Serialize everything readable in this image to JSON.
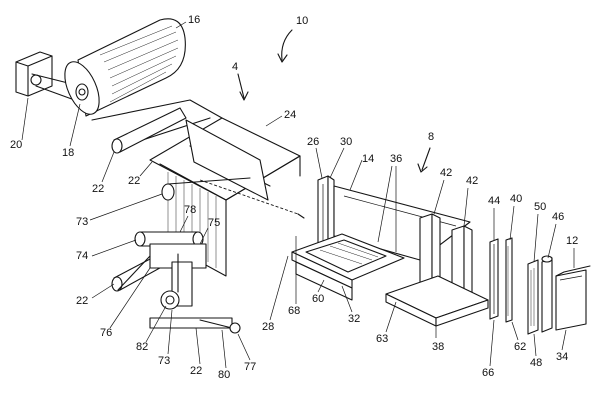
{
  "figure": {
    "labels": [
      {
        "id": "l10",
        "text": "10"
      },
      {
        "id": "l16",
        "text": "16"
      },
      {
        "id": "l4",
        "text": "4"
      },
      {
        "id": "l20",
        "text": "20"
      },
      {
        "id": "l18",
        "text": "18"
      },
      {
        "id": "l24",
        "text": "24"
      },
      {
        "id": "l22a",
        "text": "22"
      },
      {
        "id": "l22b",
        "text": "22"
      },
      {
        "id": "l26",
        "text": "26"
      },
      {
        "id": "l30",
        "text": "30"
      },
      {
        "id": "l14",
        "text": "14"
      },
      {
        "id": "l36",
        "text": "36"
      },
      {
        "id": "l8",
        "text": "8"
      },
      {
        "id": "l73a",
        "text": "73"
      },
      {
        "id": "l78",
        "text": "78"
      },
      {
        "id": "l75",
        "text": "75"
      },
      {
        "id": "l74",
        "text": "74"
      },
      {
        "id": "l22c",
        "text": "22"
      },
      {
        "id": "l76",
        "text": "76"
      },
      {
        "id": "l82",
        "text": "82"
      },
      {
        "id": "l73b",
        "text": "73"
      },
      {
        "id": "l22d",
        "text": "22"
      },
      {
        "id": "l80",
        "text": "80"
      },
      {
        "id": "l77",
        "text": "77"
      },
      {
        "id": "l28",
        "text": "28"
      },
      {
        "id": "l68",
        "text": "68"
      },
      {
        "id": "l60",
        "text": "60"
      },
      {
        "id": "l32",
        "text": "32"
      },
      {
        "id": "l42a",
        "text": "42"
      },
      {
        "id": "l42b",
        "text": "42"
      },
      {
        "id": "l44",
        "text": "44"
      },
      {
        "id": "l40",
        "text": "40"
      },
      {
        "id": "l50",
        "text": "50"
      },
      {
        "id": "l46",
        "text": "46"
      },
      {
        "id": "l12",
        "text": "12"
      },
      {
        "id": "l63",
        "text": "63"
      },
      {
        "id": "l38",
        "text": "38"
      },
      {
        "id": "l66",
        "text": "66"
      },
      {
        "id": "l62",
        "text": "62"
      },
      {
        "id": "l48",
        "text": "48"
      },
      {
        "id": "l34",
        "text": "34"
      }
    ]
  }
}
